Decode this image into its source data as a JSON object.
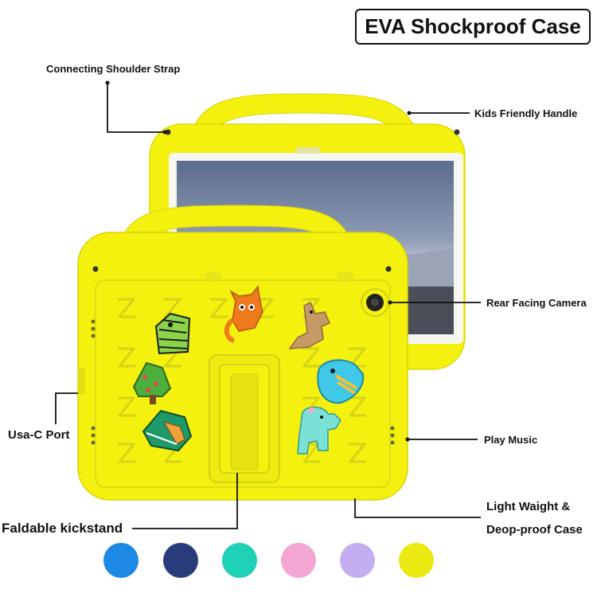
{
  "title": "EVA Shockproof Case",
  "labels": {
    "shoulder_strap": "Connecting Shoulder Strap",
    "handle": "Kids Friendly Handle",
    "camera": "Rear Facing Camera",
    "usb_port": "Usa-C Port",
    "play_music": "Play Music",
    "kickstand": "Faldable kickstand",
    "lightweight_line1": "Light Waight &",
    "lightweight_line2": "Deop-proof Case"
  },
  "product": {
    "case_color": "#f4f10f",
    "case_shadow": "#d9d40a"
  },
  "color_options": [
    {
      "name": "blue",
      "hex": "#1e88e5"
    },
    {
      "name": "navy",
      "hex": "#283c7c"
    },
    {
      "name": "mint",
      "hex": "#1fd1b5"
    },
    {
      "name": "pink",
      "hex": "#f4a6d2"
    },
    {
      "name": "lavender",
      "hex": "#c4aef2"
    },
    {
      "name": "yellow",
      "hex": "#eaea12"
    }
  ]
}
